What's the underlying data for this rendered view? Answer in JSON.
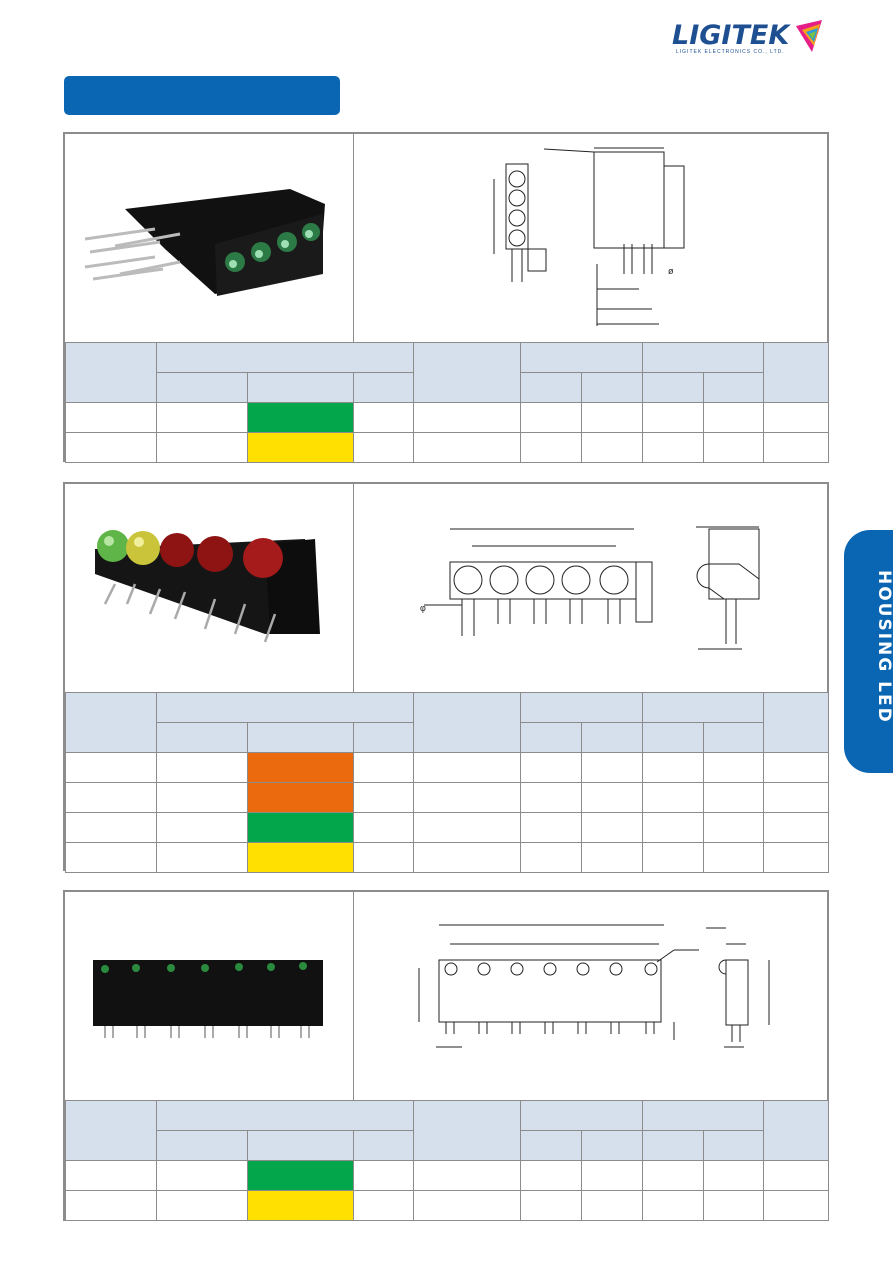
{
  "brand": {
    "name": "LIGITEK",
    "tagline": "LIGITEK ELECTRONICS CO., LTD.",
    "color": "#1d4f91"
  },
  "title_bar": {
    "text": "",
    "color": "#0a66b2"
  },
  "side_tab": {
    "text": "HOUSING LED",
    "color": "#0a66b2"
  },
  "colors": {
    "header": "#d6e0ec",
    "green": "#03a64a",
    "yellow": "#ffe000",
    "orange": "#ec6a0e",
    "border": "#8c8c8c"
  },
  "sections": [
    {
      "id": "section-1",
      "product": "4-level right-angle housing LED, green lenses",
      "row_colors": [
        "green",
        "yellow"
      ]
    },
    {
      "id": "section-2",
      "product": "5-position housing LED, green/yellow/red lamps",
      "row_colors": [
        "orange",
        "orange",
        "green",
        "yellow"
      ]
    },
    {
      "id": "section-3",
      "product": "7-position housing LED array",
      "row_colors": [
        "green",
        "yellow"
      ]
    }
  ]
}
